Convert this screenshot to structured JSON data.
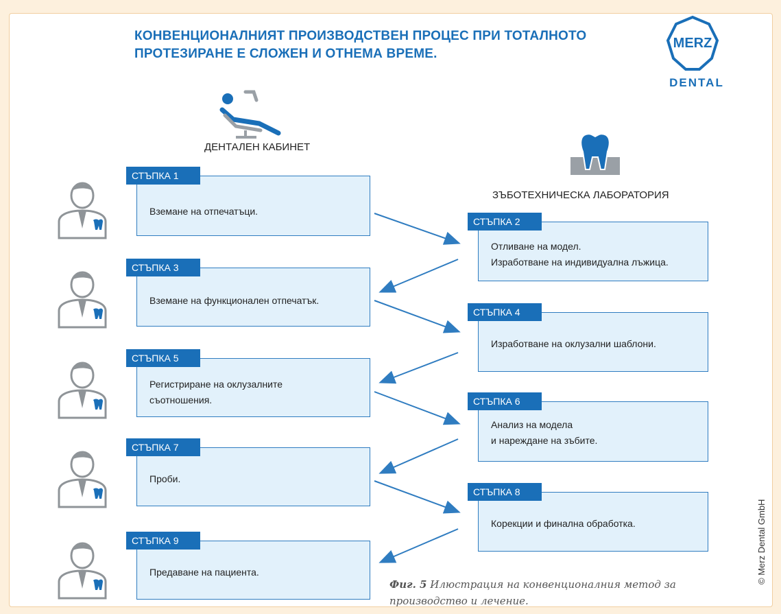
{
  "title": {
    "line1": "КОНВЕНЦИОНАЛНИЯТ ПРОИЗВОДСТВЕН ПРОЦЕС ПРИ ТОТАЛНОТО",
    "line2": "ПРОТЕЗИРАНЕ Е СЛОЖЕН И ОТНЕМА ВРЕМЕ."
  },
  "logo": {
    "top": "MERZ",
    "bottom": "DENTAL"
  },
  "columns": {
    "office": "ДЕНТАЛЕН КАБИНЕТ",
    "lab": "ЗЪБОТЕХНИЧЕСКА ЛАБОРАТОРИЯ"
  },
  "icons": {
    "office": "dental-chair-icon",
    "lab": "tooth-icon",
    "dentist": "dentist-icon"
  },
  "steps": [
    {
      "label": "СТЪПКА 1",
      "line1": "Вземане на отпечатъци.",
      "line2": ""
    },
    {
      "label": "СТЪПКА 2",
      "line1": "Отливане на модел.",
      "line2": "Изработване на индивидуална лъжица."
    },
    {
      "label": "СТЪПКА 3",
      "line1": "Вземане на функционален отпечатък.",
      "line2": ""
    },
    {
      "label": "СТЪПКА 4",
      "line1": "Изработване на оклузални шаблони.",
      "line2": ""
    },
    {
      "label": "СТЪПКА 5",
      "line1": "Регистриране на оклузалните",
      "line2": "съотношения."
    },
    {
      "label": "СТЪПКА 6",
      "line1": "Анализ на модела",
      "line2": "и нареждане на зъбите."
    },
    {
      "label": "СТЪПКА 7",
      "line1": "Проби.",
      "line2": ""
    },
    {
      "label": "СТЪПКА 8",
      "line1": "Корекции и финална обработка.",
      "line2": ""
    },
    {
      "label": "СТЪПКА 9",
      "line1": "Предаване на пациента.",
      "line2": ""
    }
  ],
  "caption": {
    "figure": "Фиг. 5",
    "text": "Илюстрация на конвенционалния метод за производство и лечение."
  },
  "copyright": "© Merz Dental GmbH",
  "colors": {
    "accent": "#1a6fb8",
    "box_fill": "#e2f1fb",
    "background": "#fdf0dd"
  }
}
